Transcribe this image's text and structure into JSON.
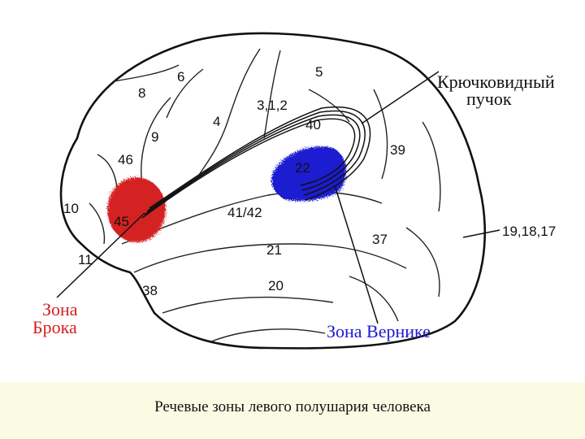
{
  "areas": [
    "6",
    "5",
    "8",
    "3,1,2",
    "4",
    "9",
    "40",
    "39",
    "46",
    "22",
    "10",
    "45",
    "41/42",
    "37",
    "11",
    "21",
    "38",
    "20"
  ],
  "labels": {
    "fasciculus_line1": "Крючковидный",
    "fasciculus_line2": "пучок",
    "visual_areas": "19,18,17",
    "broca_line1": "Зона",
    "broca_line2": "Брока",
    "wernicke": "Зона Вернике"
  },
  "colors": {
    "broca": "#d42020",
    "wernicke": "#1a1ad0",
    "caption_band": "#fbfbe4",
    "ink": "#111111"
  },
  "caption": "Речевые зоны левого полушария человека"
}
